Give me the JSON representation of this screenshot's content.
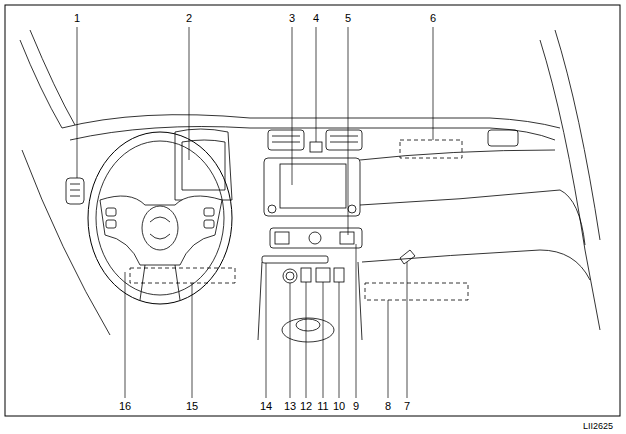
{
  "diagram": {
    "labels": [
      "1",
      "2",
      "3",
      "4",
      "5",
      "6",
      "16",
      "15",
      "14",
      "13",
      "12",
      "11",
      "10",
      "9",
      "8",
      "7",
      "LII2625"
    ]
  }
}
